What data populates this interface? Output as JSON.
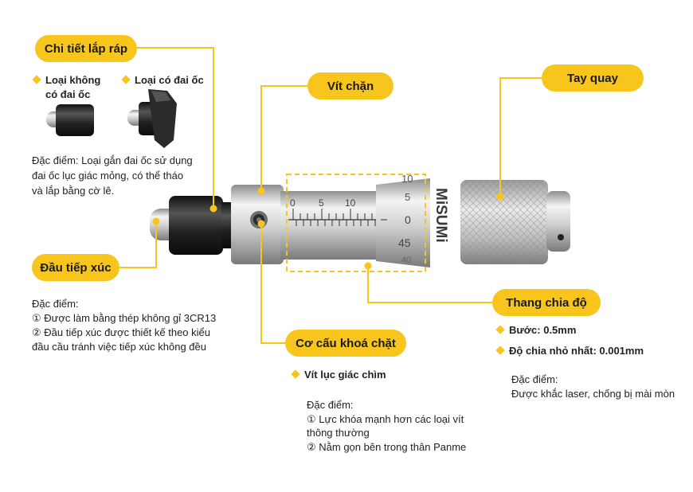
{
  "labels": {
    "assembly": "Chi tiết lắp ráp",
    "stop_screw": "Vít chặn",
    "handle": "Tay quay",
    "contact_tip": "Đầu tiếp xúc",
    "scale": "Thang chia độ",
    "locking": "Cơ cấu khoá chặt"
  },
  "assembly": {
    "type_a_line1": "Loại không",
    "type_a_line2": "có đai ốc",
    "type_b": "Loại có đai ốc",
    "feature_1": "Đặc điểm: Loại gắn đai ốc sử dụng",
    "feature_2": "đai ốc lục giác mỏng, có thể tháo",
    "feature_3": "và lắp bằng cờ lê."
  },
  "contact_tip": {
    "heading": "Đặc điểm:",
    "item_1": "① Được làm bằng thép không gỉ 3CR13",
    "item_2": "② Đầu tiếp xúc được thiết kế theo kiểu",
    "item_3": "đầu cầu tránh việc tiếp xúc không đều"
  },
  "locking": {
    "bullet": "Vít lục giác chìm",
    "heading": "Đặc điểm:",
    "item_1": "① Lực khóa mạnh hơn các loại vít",
    "item_2": "thông thường",
    "item_3": "② Nằm gọn bên trong thân Panme"
  },
  "scale": {
    "pitch": "Bước: 0.5mm",
    "resolution": "Độ chia nhỏ nhất: 0.001mm",
    "heading": "Đặc điểm:",
    "detail": "Được khắc laser, chống bị mài mòn"
  },
  "micrometer": {
    "brand": "MiSUMi",
    "sleeve_ticks": [
      "0",
      "5",
      "10"
    ],
    "thimble_ticks": [
      "10",
      "5",
      "0",
      "45",
      "40"
    ]
  },
  "colors": {
    "accent": "#f7c51c",
    "text": "#222222",
    "metal": "#c8c8c8",
    "dark": "#1e1e1e"
  }
}
